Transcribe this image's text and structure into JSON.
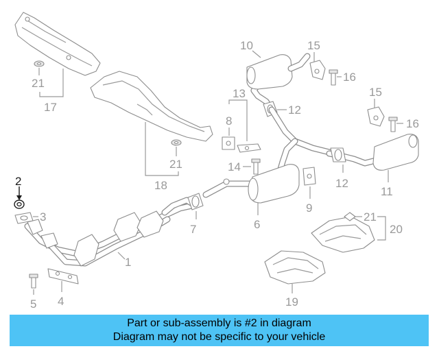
{
  "callouts": {
    "c1": "1",
    "c2": "2",
    "c3": "3",
    "c4": "4",
    "c5": "5",
    "c6": "6",
    "c7": "7",
    "c8": "8",
    "c9": "9",
    "c10": "10",
    "c11": "11",
    "c12a": "12",
    "c12b": "12",
    "c13": "13",
    "c14": "14",
    "c15a": "15",
    "c15b": "15",
    "c16a": "16",
    "c16b": "16",
    "c17": "17",
    "c18": "18",
    "c19": "19",
    "c20": "20",
    "c21a": "21",
    "c21b": "21",
    "c21c": "21"
  },
  "highlight": {
    "part_number": 2,
    "color": "#1a1a1a"
  },
  "banner": {
    "line1": "Part or sub-assembly is #2 in diagram",
    "line2": "Diagram may not be specific to your vehicle",
    "background": "#4ec3f5"
  }
}
